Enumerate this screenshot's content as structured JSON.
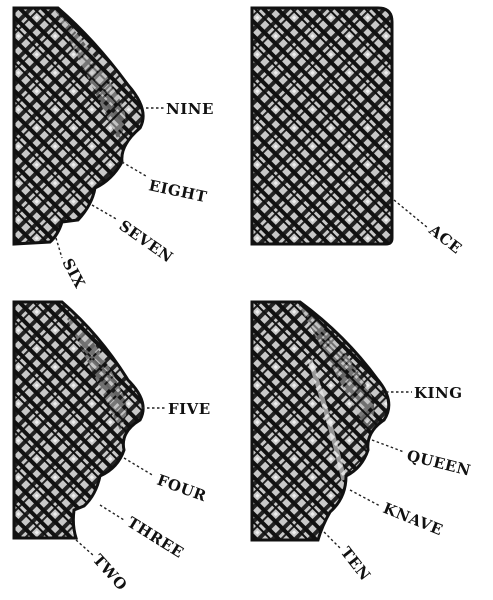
{
  "colors": {
    "ink": "#111111",
    "paper": "#ffffff",
    "weave": "#9a9a9a"
  },
  "labels": {
    "nine": "NINE",
    "eight": "EIGHT",
    "seven": "SEVEN",
    "six": "SIX",
    "ace": "ACE",
    "five": "FIVE",
    "four": "FOUR",
    "three": "THREE",
    "two": "TWO",
    "king": "KING",
    "queen": "QUEEN",
    "knave": "KNAVE",
    "ten": "TEN"
  }
}
